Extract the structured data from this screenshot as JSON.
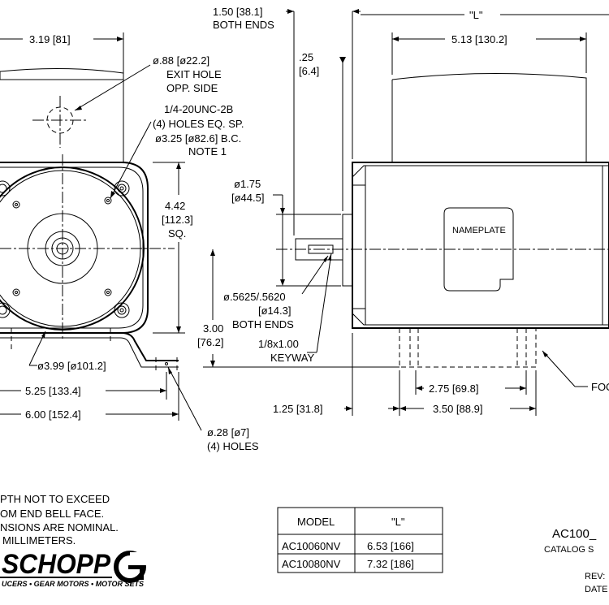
{
  "dims": {
    "both_ends_150": "1.50 [38.1]",
    "both_ends_label": "BOTH ENDS",
    "L_top": "\"L\"",
    "d_319": "3.19 [81]",
    "d_513": "5.13 [130.2]",
    "d_025_a": ".25",
    "d_025_b": "[6.4]",
    "exit_hole_1": "ø.88 [ø22.2]",
    "exit_hole_2": "EXIT HOLE",
    "exit_hole_3": "OPP. SIDE",
    "holes_1": "1/4-20UNC-2B",
    "holes_2": "(4) HOLES EQ. SP.",
    "holes_3": "ø3.25 [ø82.6] B.C.",
    "holes_4": "NOTE 1",
    "d_442_a": "4.42",
    "d_442_b": "[112.3]",
    "d_442_c": "SQ.",
    "d_175_a": "ø1.75",
    "d_175_b": "[ø44.5]",
    "nameplate": "NAMEPLATE",
    "shaft_1": "ø.5625/.5620",
    "shaft_2": "[ø14.3]",
    "shaft_3": "BOTH ENDS",
    "d_300_a": "3.00",
    "d_300_b": "[76.2]",
    "keyway_1": "1/8x1.00",
    "keyway_2": "KEYWAY",
    "d_399": "ø3.99 [ø101.2]",
    "d_525": "5.25 [133.4]",
    "d_600": "6.00 [152.4]",
    "d_275": "2.75 [69.8]",
    "d_350": "3.50 [88.9]",
    "d_125": "1.25 [31.8]",
    "foot": "FOO",
    "d_028_a": "ø.28 [ø7]",
    "d_028_b": "(4) HOLES"
  },
  "notes": [
    "PTH NOT TO EXCEED",
    "OM END BELL FACE.",
    "NSIONS ARE NOMINAL.",
    "MILLIMETERS."
  ],
  "logo": {
    "name": "SCHOPP",
    "tagline": "UCERS • GEAR MOTORS • MOTOR SETS"
  },
  "table": {
    "headers": [
      "MODEL",
      "\"L\""
    ],
    "rows": [
      [
        "AC10060NV",
        "6.53 [166]"
      ],
      [
        "AC10080NV",
        "7.32 [186]"
      ]
    ]
  },
  "title_block": {
    "title": "AC100_",
    "catalog": "CATALOG S",
    "rev": "REV:",
    "date": "DATE"
  }
}
